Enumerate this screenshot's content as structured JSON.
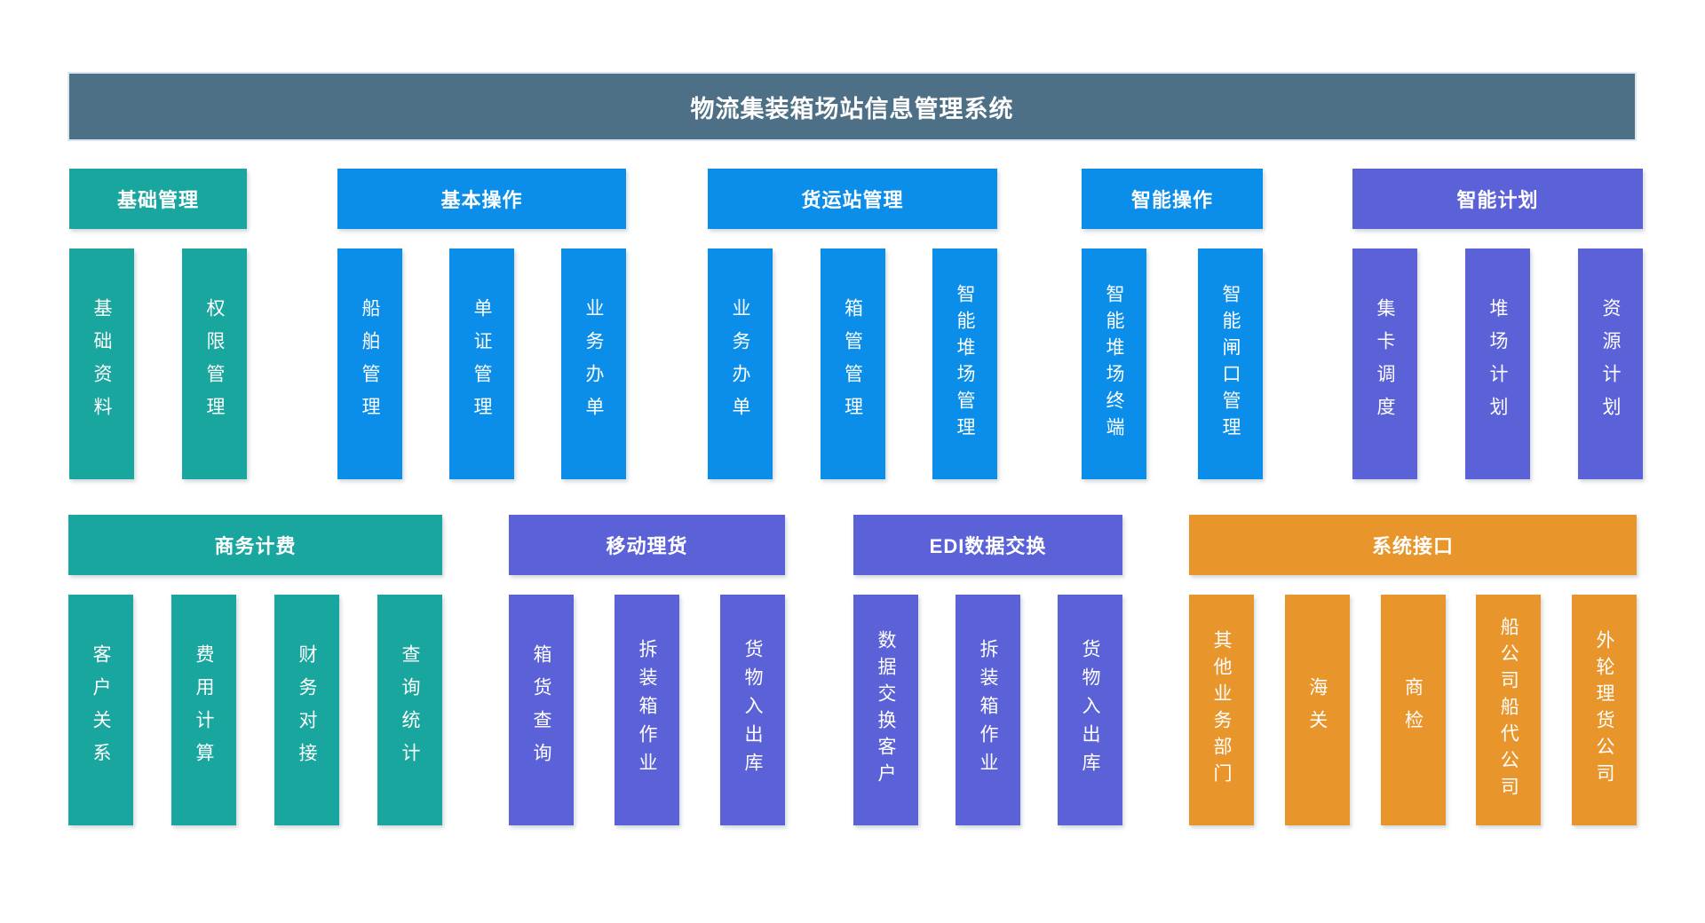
{
  "title": "物流集装箱场站信息管理系统",
  "colors": {
    "banner": "#4E7086",
    "teal": "#19A69E",
    "blue": "#0A8EE9",
    "purple": "#5B61D7",
    "orange": "#E8962C"
  },
  "rows": [
    {
      "groups": [
        {
          "name": "基础管理",
          "theme": "teal",
          "items": [
            "基础资料",
            "权限管理"
          ]
        },
        {
          "name": "基本操作",
          "theme": "blue",
          "items": [
            "船舶管理",
            "单证管理",
            "业务办单"
          ]
        },
        {
          "name": "货运站管理",
          "theme": "blue",
          "items": [
            "业务办单",
            "箱管管理",
            "智能堆场管理"
          ]
        },
        {
          "name": "智能操作",
          "theme": "blue",
          "items": [
            "智能堆场终端",
            "智能闸口管理"
          ]
        },
        {
          "name": "智能计划",
          "theme": "purple",
          "items": [
            "集卡调度",
            "堆场计划",
            "资源计划"
          ]
        }
      ]
    },
    {
      "groups": [
        {
          "name": "商务计费",
          "theme": "teal",
          "items": [
            "客户关系",
            "费用计算",
            "财务对接",
            "查询统计"
          ]
        },
        {
          "name": "移动理货",
          "theme": "purple",
          "items": [
            "箱货查询",
            "拆装箱作业",
            "货物入出库"
          ]
        },
        {
          "name": "EDI数据交换",
          "theme": "purple",
          "items": [
            "数据交换客户",
            "拆装箱作业",
            "货物入出库"
          ]
        },
        {
          "name": "系统接口",
          "theme": "orange",
          "items": [
            "其他业务部门",
            "海关",
            "商检",
            "船公司船代公司",
            "外轮理货公司"
          ]
        }
      ]
    }
  ]
}
